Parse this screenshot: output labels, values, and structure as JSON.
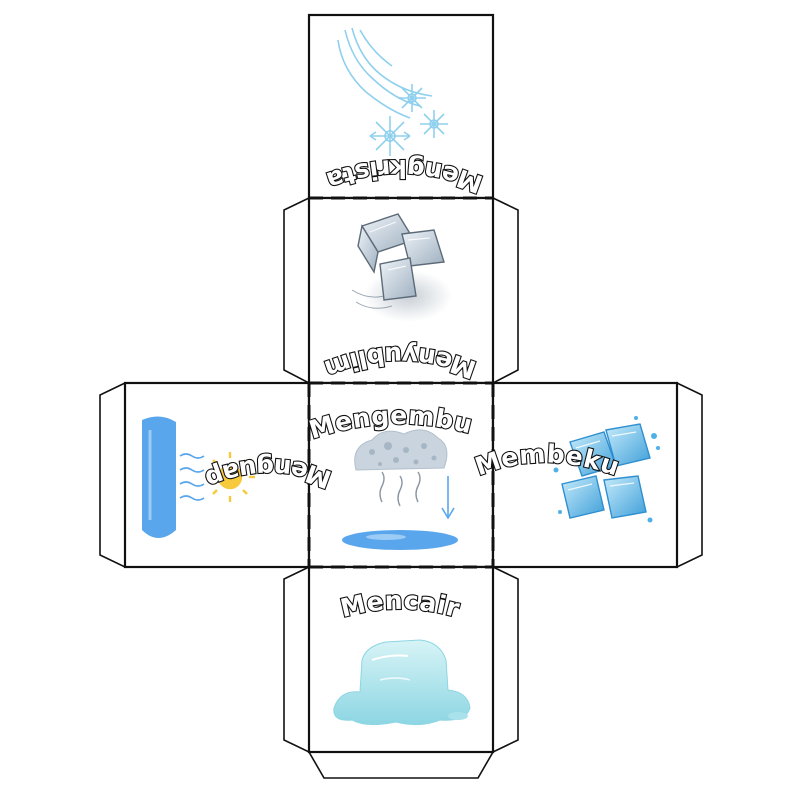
{
  "faces": {
    "top": {
      "label": "Mengkristal",
      "icon": "snowflake-icon"
    },
    "upper": {
      "label": "Menyublim",
      "icon": "ice-cubes-icon"
    },
    "left": {
      "label": "Menguap",
      "icon": "evaporation-icon"
    },
    "center": {
      "label": "Mengembun",
      "icon": "condensation-icon"
    },
    "right": {
      "label": "Membeku",
      "icon": "frozen-ice-icon"
    },
    "bottom": {
      "label": "Mencair",
      "icon": "melting-ice-icon"
    }
  },
  "colors": {
    "outline": "#111111",
    "water_blue": "#5aa6ec",
    "ice_blue": "#7cc8ee",
    "snow_blue": "#8fd0ee",
    "sun_yellow": "#f7c93c",
    "melt_cyan": "#a9e2ea",
    "frost_gray": "#c9d4de"
  }
}
